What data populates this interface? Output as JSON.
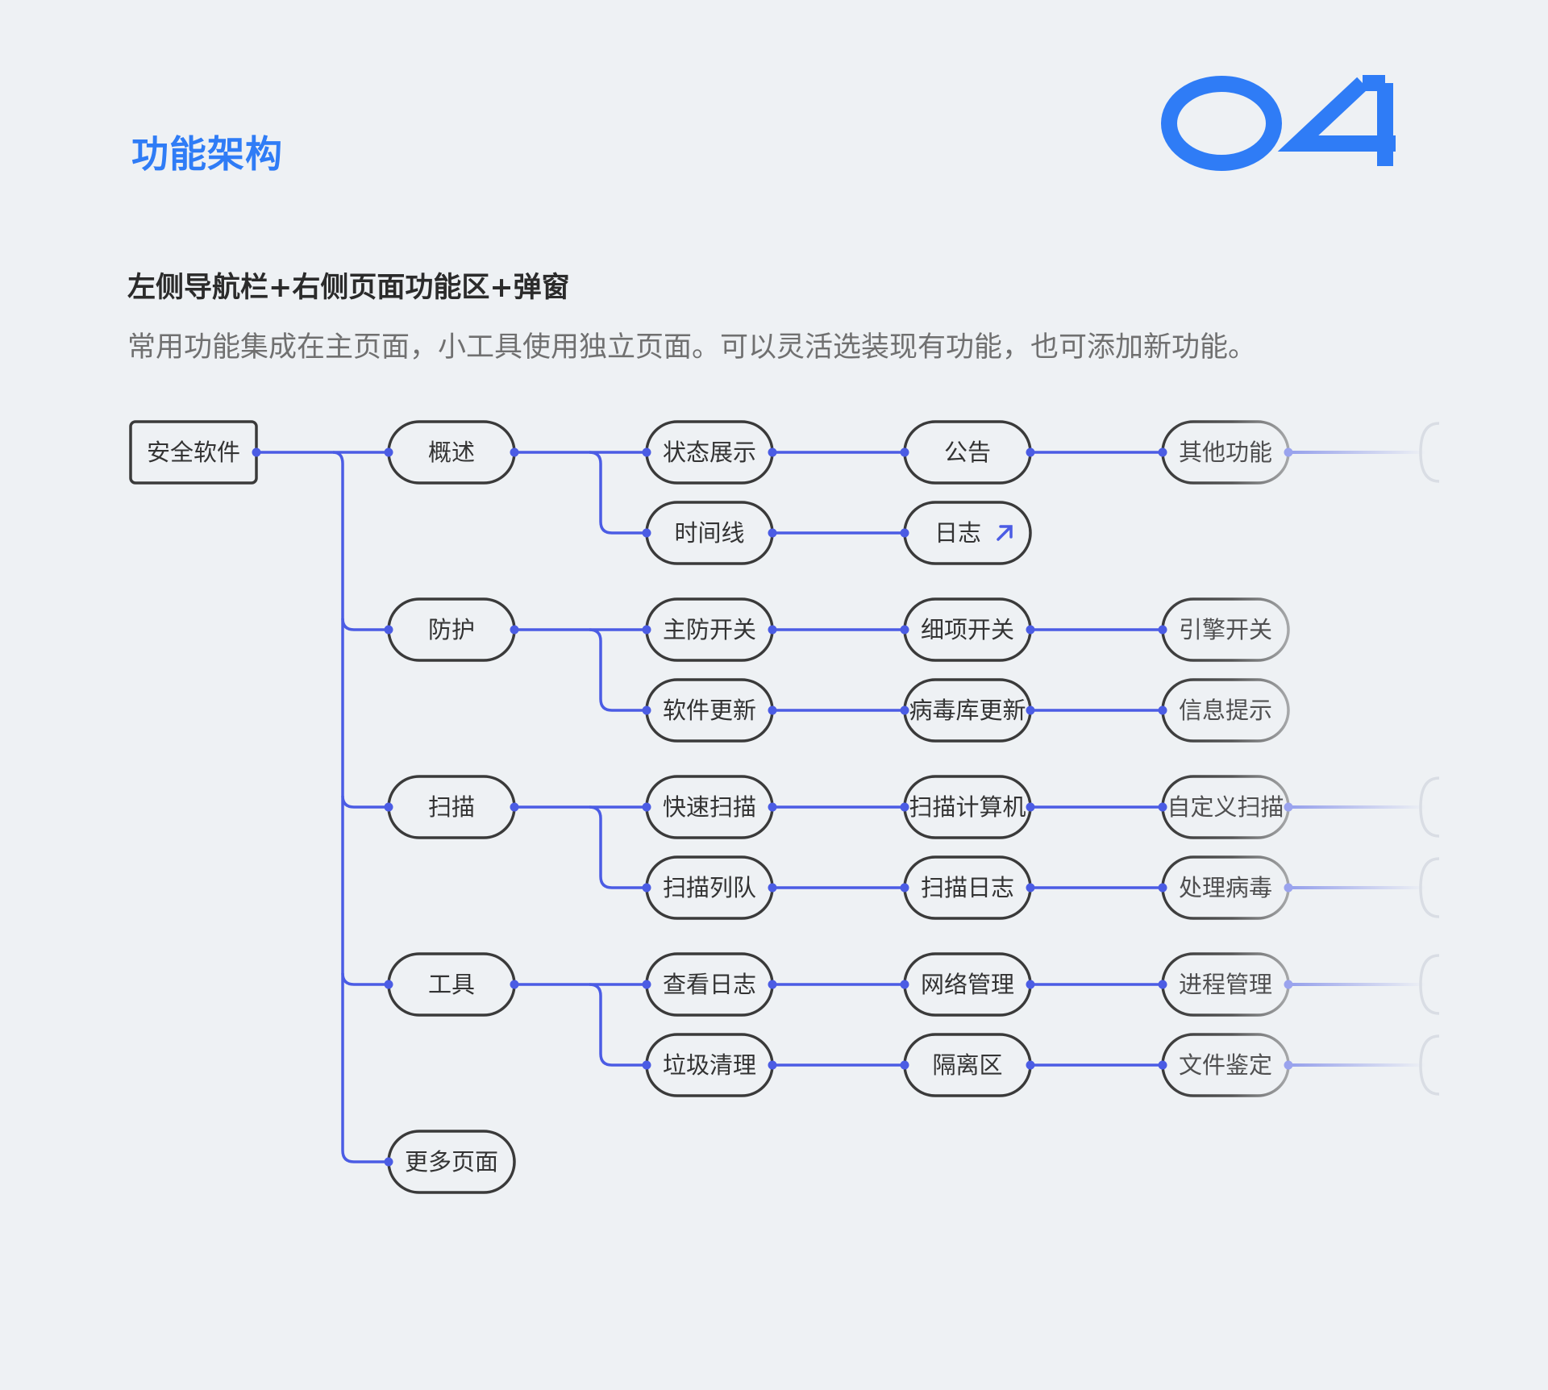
{
  "header": {
    "title": "功能架构",
    "number": "04",
    "subtitle": "左侧导航栏+右侧页面功能区+弹窗",
    "description": "常用功能集成在主页面，小工具使用独立页面。可以灵活选装现有功能，也可添加新功能。"
  },
  "colors": {
    "accent": "#2f7cf6",
    "connector": "#4b5ce4",
    "node_border": "#3a3a3a",
    "background": "#eef1f4"
  },
  "tree": {
    "root": "安全软件",
    "level1": [
      "概述",
      "防护",
      "扫描",
      "工具",
      "更多页面"
    ],
    "level2": [
      "状态展示",
      "时间线",
      "主防开关",
      "软件更新",
      "快速扫描",
      "扫描列队",
      "查看日志",
      "垃圾清理"
    ],
    "level3": [
      "公告",
      "日志",
      "细项开关",
      "病毒库更新",
      "扫描计算机",
      "扫描日志",
      "网络管理",
      "隔离区"
    ],
    "level4": [
      "其他功能",
      "引擎开关",
      "信息提示",
      "自定义扫描",
      "处理病毒",
      "进程管理",
      "文件鉴定"
    ],
    "external_link_icon": "arrow-up-right-icon"
  }
}
